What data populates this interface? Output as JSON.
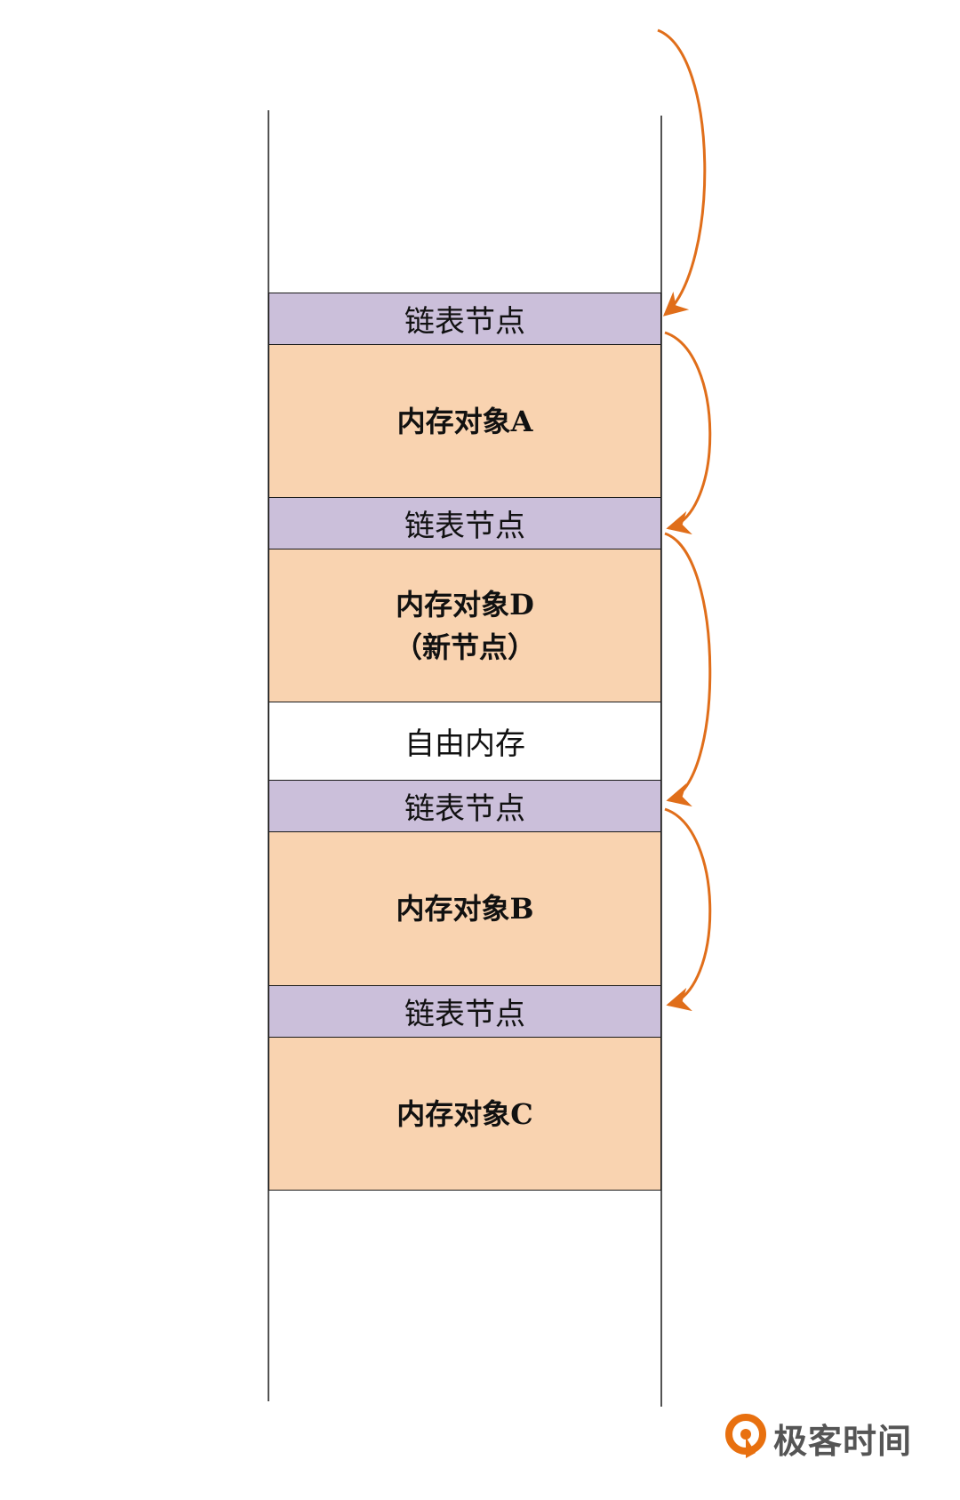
{
  "blocks": [
    {
      "id": "node1",
      "kind": "linked-list-node",
      "label": "链表节点"
    },
    {
      "id": "objA",
      "kind": "memory-object",
      "label_cn": "内存对象",
      "label_id": "A"
    },
    {
      "id": "node2",
      "kind": "linked-list-node",
      "label": "链表节点"
    },
    {
      "id": "objD",
      "kind": "memory-object",
      "label_cn": "内存对象",
      "label_id": "D",
      "sublabel": "（新节点）"
    },
    {
      "id": "free",
      "kind": "free-memory",
      "label": "自由内存"
    },
    {
      "id": "node3",
      "kind": "linked-list-node",
      "label": "链表节点"
    },
    {
      "id": "objB",
      "kind": "memory-object",
      "label_cn": "内存对象",
      "label_id": "B"
    },
    {
      "id": "node4",
      "kind": "linked-list-node",
      "label": "链表节点"
    },
    {
      "id": "objC",
      "kind": "memory-object",
      "label_cn": "内存对象",
      "label_id": "C"
    }
  ],
  "links": [
    {
      "from": "head",
      "to": "node1"
    },
    {
      "from": "node1",
      "to": "node2"
    },
    {
      "from": "node2",
      "to": "node3"
    },
    {
      "from": "node3",
      "to": "node4"
    }
  ],
  "colors": {
    "node_fill": "#cbbfda",
    "object_fill": "#f9d3b0",
    "arrow": "#e06e1a",
    "logo": "#e8700f"
  },
  "logo": {
    "text": "极客时间",
    "icon": "geektime-logo-icon"
  }
}
